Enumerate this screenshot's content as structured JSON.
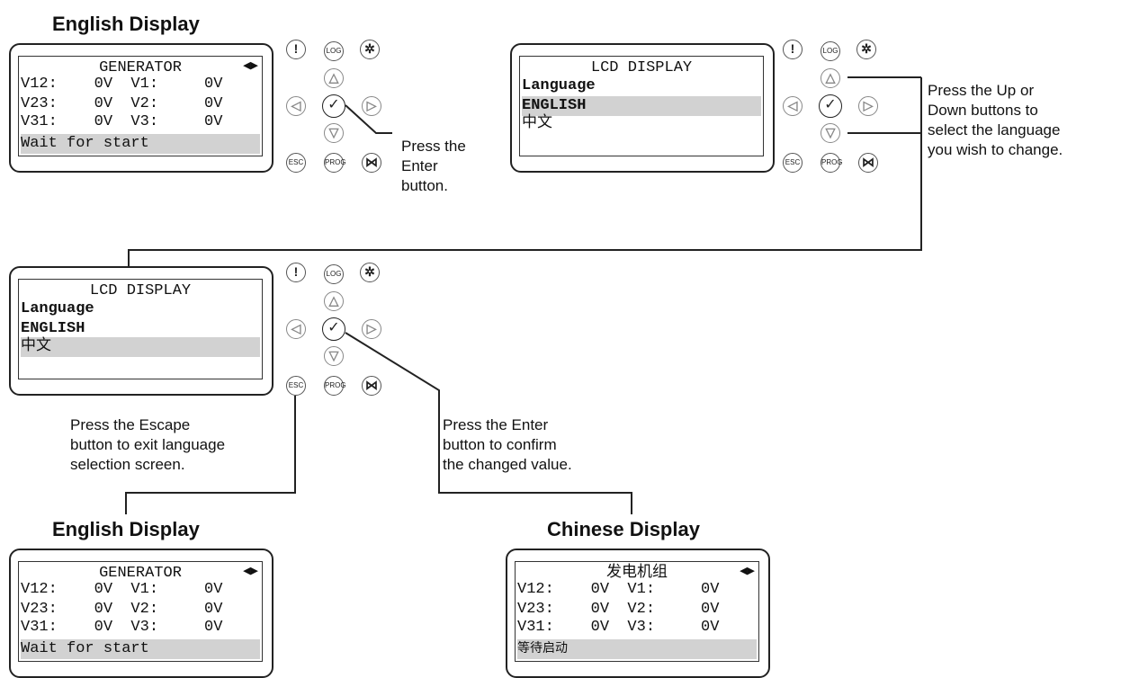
{
  "headings": {
    "english_top": "English Display",
    "english_bottom": "English Display",
    "chinese_bottom": "Chinese Display"
  },
  "captions": {
    "press_enter": "Press the\nEnter\nbutton.",
    "press_updown": "Press the Up or\nDown buttons to\nselect the language\nyou wish to change.",
    "press_escape": "Press the Escape\nbutton to exit language\nselection screen.",
    "press_enter_confirm": "Press the Enter\nbutton to confirm\nthe changed value."
  },
  "screens": {
    "generator_en": {
      "title": "GENERATOR",
      "rows": [
        "V12:    0V  V1:     0V",
        "V23:    0V  V2:     0V",
        "V31:    0V  V3:     0V"
      ],
      "status": "Wait for start"
    },
    "lcd": {
      "title": "LCD DISPLAY",
      "label": "Language",
      "option1": "ENGLISH",
      "option2": "中文"
    },
    "generator_cn": {
      "title": "发电机组",
      "rows": [
        "V12:    0V  V1:     0V",
        "V23:    0V  V2:     0V",
        "V31:    0V  V3:     0V"
      ],
      "status": "等待启动"
    }
  },
  "keypad": {
    "alarm": "!",
    "log": "LOG",
    "gear": "✲",
    "up": "△",
    "left": "◁",
    "enter": "✓",
    "right": "▷",
    "down": "▽",
    "esc": "ESC",
    "prog": "PROG",
    "link": "⋈"
  },
  "colors": {
    "highlight": "#d2d2d2",
    "line": "#222222"
  }
}
